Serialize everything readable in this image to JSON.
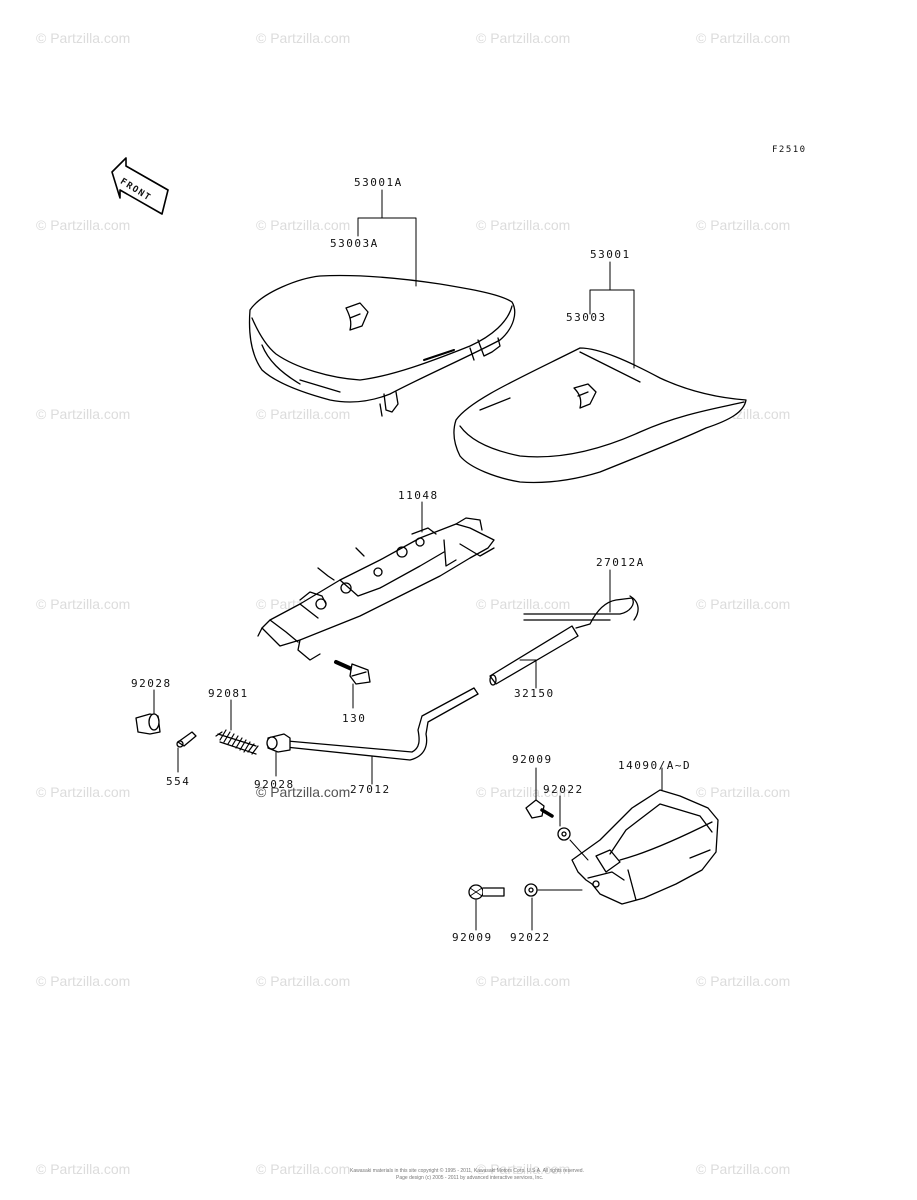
{
  "figure_code": "F2510",
  "front_label": "FRONT",
  "watermark_text": "© Partzilla.com",
  "copyright_line1": "Kawasaki materials in this site copyright © 1995 - 2011, Kawasaki Motors Corp. U.S.A. All rights reserved.",
  "copyright_line2": "Page design (c) 2005 - 2011 by advanced interactive services, Inc.",
  "parts": {
    "p53001A": "53001A",
    "p53003A": "53003A",
    "p53001": "53001",
    "p53003": "53003",
    "p11048": "11048",
    "p27012A": "27012A",
    "p32150": "32150",
    "p130": "130",
    "p92028a": "92028",
    "p92081": "92081",
    "p554": "554",
    "p92028b": "92028",
    "p27012": "27012",
    "p92009a": "92009",
    "p92022a": "92022",
    "p14090": "14090/A~D",
    "p92009b": "92009",
    "p92022b": "92022"
  },
  "colors": {
    "line": "#000000",
    "watermark": "#dcdcdc"
  }
}
